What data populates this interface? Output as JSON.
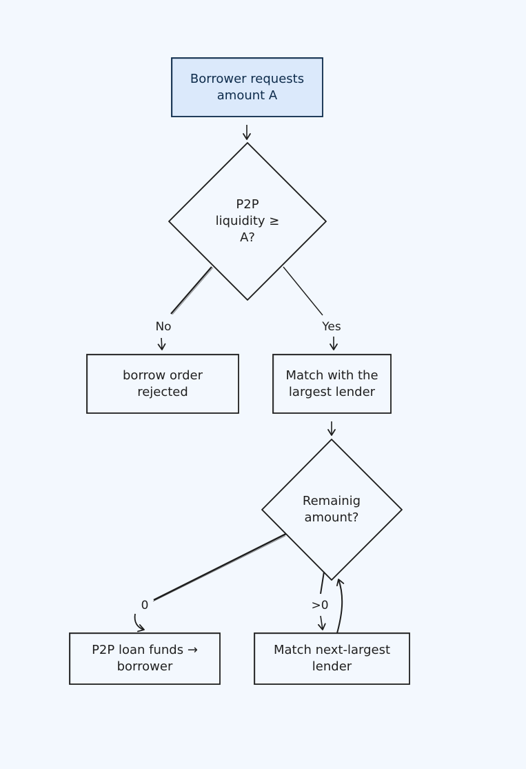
{
  "diagram": {
    "nodes": {
      "start": {
        "text": "Borrower requests\namount A",
        "fill": "#dbe9fb",
        "stroke": "#0c2a4a",
        "text_color": "#0c2a4a"
      },
      "liquidity_check": {
        "text": "P2P\nliquidity ≥\nA?"
      },
      "rejected": {
        "text": "borrow order\nrejected"
      },
      "match_largest": {
        "text": "Match with the\nlargest lender"
      },
      "remaining_check": {
        "text": "Remainig\namount?"
      },
      "loan_funds": {
        "text": "P2P loan funds →\nborrower"
      },
      "match_next": {
        "text": "Match next-largest\nlender"
      }
    },
    "edges": [
      {
        "from": "start",
        "to": "liquidity_check",
        "label": ""
      },
      {
        "from": "liquidity_check",
        "to": "rejected",
        "label": "No"
      },
      {
        "from": "liquidity_check",
        "to": "match_largest",
        "label": "Yes"
      },
      {
        "from": "match_largest",
        "to": "remaining_check",
        "label": ""
      },
      {
        "from": "remaining_check",
        "to": "loan_funds",
        "label": "0"
      },
      {
        "from": "remaining_check",
        "to": "match_next",
        "label": ">0"
      },
      {
        "from": "match_next",
        "to": "remaining_check",
        "label": ""
      }
    ],
    "colors": {
      "background": "#f3f8fe",
      "stroke": "#1e1e1e"
    }
  }
}
